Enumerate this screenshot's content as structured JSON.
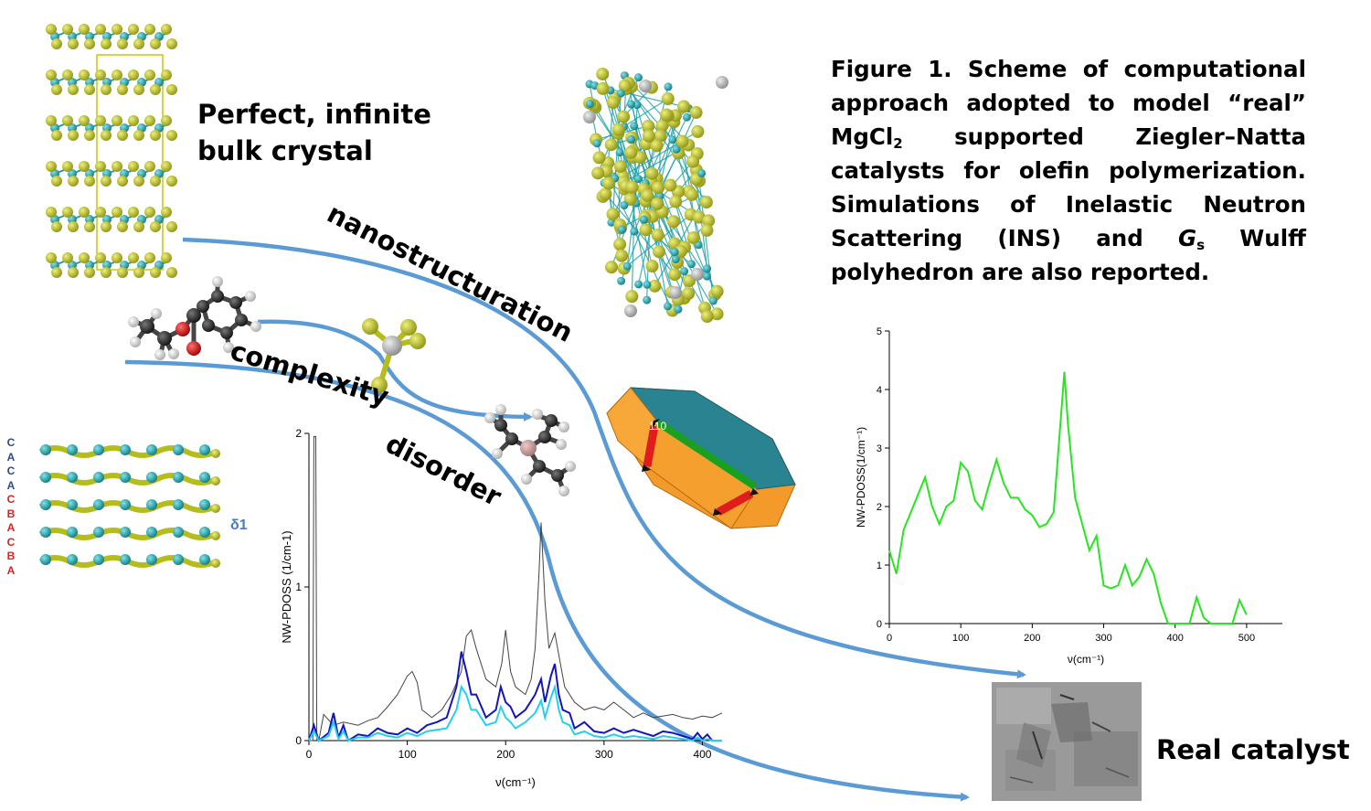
{
  "caption": {
    "part1": "Figure 1. Scheme of computational approach adopted to model “real” MgCl",
    "sub1": "2",
    "part2": " supported Ziegler–Natta catalysts for olefin polymerization. Simulations of Inelastic Neutron Scattering (INS) and ",
    "gs_symbol": "G",
    "gs_sub": "s",
    "part3": " Wulff polyhedron are also reported."
  },
  "labels": {
    "bulk_line1": "Perfect, infinite",
    "bulk_line2": "bulk crystal",
    "nanostructuration": "nanostructuration",
    "complexity": "complexity",
    "disorder": "disorder",
    "real_catalyst": "Real catalyst",
    "delta": "δ1",
    "facet": "110"
  },
  "stacking": [
    {
      "letter": "C",
      "color": "#2e4a8c"
    },
    {
      "letter": "A",
      "color": "#2e4a8c"
    },
    {
      "letter": "C",
      "color": "#2e4a8c"
    },
    {
      "letter": "A",
      "color": "#2e4a8c"
    },
    {
      "letter": "C",
      "color": "#e02020"
    },
    {
      "letter": "B",
      "color": "#e02020"
    },
    {
      "letter": "A",
      "color": "#e02020"
    },
    {
      "letter": "C",
      "color": "#e02020"
    },
    {
      "letter": "B",
      "color": "#e02020"
    },
    {
      "letter": "A",
      "color": "#e02020"
    }
  ],
  "colors": {
    "arrow": "#5b9bd5",
    "chlorine": "#b5bd1d",
    "magnesium": "#1b9ea6",
    "titanium": "#a8a8a8",
    "wulff_top": "#2a8390",
    "wulff_side": "#f39a2a",
    "wulff_edge_green": "#19a020",
    "wulff_edge_red": "#e01d1d",
    "pdos_green": "#27e61f",
    "pdos_dark_blue": "#1414c0",
    "pdos_cyan": "#22d0f0",
    "pdos_gray": "#555555"
  },
  "chart_data": [
    {
      "type": "line",
      "ylabel": "NW-PDOSS (1/cm-1)",
      "xlabel": "ν(cm⁻¹)",
      "xlim": [
        0,
        420
      ],
      "ylim": [
        0,
        2
      ],
      "xticks": [
        0,
        100,
        200,
        300,
        400
      ],
      "yticks": [
        0,
        1,
        2
      ],
      "series": [
        {
          "color": "gray",
          "x": [
            0,
            4,
            5,
            7,
            8,
            10,
            15,
            25,
            35,
            50,
            60,
            70,
            80,
            90,
            100,
            105,
            110,
            115,
            125,
            135,
            145,
            155,
            160,
            165,
            170,
            180,
            190,
            196,
            200,
            205,
            210,
            220,
            226,
            230,
            234,
            236,
            240,
            244,
            250,
            260,
            270,
            280,
            290,
            300,
            310,
            320,
            330,
            340,
            350,
            360,
            370,
            380,
            390,
            400,
            410,
            420
          ],
          "y": [
            0,
            0,
            1.98,
            1.98,
            0,
            0,
            0.17,
            0.1,
            0.12,
            0.1,
            0.13,
            0.15,
            0.22,
            0.3,
            0.42,
            0.45,
            0.38,
            0.2,
            0.15,
            0.2,
            0.3,
            0.45,
            0.68,
            0.72,
            0.6,
            0.4,
            0.35,
            0.5,
            0.72,
            0.45,
            0.35,
            0.3,
            0.4,
            0.6,
            1.1,
            1.42,
            0.9,
            0.6,
            0.7,
            0.35,
            0.25,
            0.2,
            0.22,
            0.2,
            0.25,
            0.2,
            0.15,
            0.18,
            0.15,
            0.16,
            0.17,
            0.15,
            0.14,
            0.16,
            0.15,
            0.18
          ]
        },
        {
          "color": "dark-blue",
          "x": [
            0,
            5,
            10,
            20,
            25,
            30,
            35,
            40,
            50,
            60,
            70,
            80,
            90,
            100,
            110,
            120,
            130,
            140,
            150,
            155,
            160,
            165,
            170,
            180,
            190,
            195,
            200,
            205,
            210,
            220,
            230,
            236,
            240,
            246,
            250,
            254,
            258,
            265,
            270,
            280,
            290,
            300,
            310,
            320,
            330,
            340,
            350,
            360,
            370,
            380,
            390,
            395,
            400,
            405,
            410,
            420
          ],
          "y": [
            0,
            0.1,
            0,
            0.05,
            0.18,
            0.02,
            0.1,
            0,
            0.04,
            0.03,
            0.08,
            0.05,
            0.04,
            0.08,
            0.05,
            0.1,
            0.12,
            0.15,
            0.35,
            0.58,
            0.45,
            0.3,
            0.3,
            0.15,
            0.2,
            0.35,
            0.25,
            0.22,
            0.15,
            0.2,
            0.3,
            0.4,
            0.25,
            0.42,
            0.5,
            0.3,
            0.2,
            0.18,
            0.08,
            0.12,
            0.06,
            0.05,
            0.08,
            0.05,
            0.07,
            0.05,
            0.03,
            0.06,
            0.05,
            0.03,
            0.01,
            0.05,
            0.01,
            0.04,
            0,
            0
          ]
        },
        {
          "color": "cyan",
          "x": [
            0,
            5,
            10,
            20,
            25,
            30,
            35,
            40,
            50,
            60,
            70,
            80,
            90,
            100,
            110,
            120,
            130,
            140,
            150,
            155,
            160,
            165,
            170,
            180,
            190,
            195,
            200,
            205,
            210,
            220,
            230,
            236,
            240,
            246,
            250,
            254,
            258,
            265,
            270,
            280,
            290,
            300,
            310,
            320,
            330,
            340,
            350,
            360,
            370,
            380,
            390,
            395,
            400,
            405,
            410,
            420
          ],
          "y": [
            0,
            0.06,
            0,
            0.03,
            0.12,
            0.01,
            0.06,
            0,
            0.02,
            0.02,
            0.05,
            0.03,
            0.02,
            0.05,
            0.03,
            0.06,
            0.07,
            0.08,
            0.2,
            0.35,
            0.3,
            0.2,
            0.2,
            0.1,
            0.12,
            0.22,
            0.15,
            0.12,
            0.08,
            0.12,
            0.18,
            0.26,
            0.15,
            0.28,
            0.35,
            0.2,
            0.12,
            0.1,
            0.04,
            0.06,
            0.03,
            0.02,
            0.04,
            0.02,
            0.03,
            0.02,
            0.01,
            0.03,
            0.02,
            0.01,
            0,
            0.02,
            0,
            0.01,
            0,
            0
          ]
        }
      ]
    },
    {
      "type": "line",
      "ylabel": "NW-PDOSS(1/cm⁻¹)",
      "xlabel": "ν(cm⁻¹)",
      "xlim": [
        0,
        550
      ],
      "ylim": [
        0,
        5
      ],
      "xticks": [
        0,
        100,
        200,
        300,
        400,
        500
      ],
      "yticks": [
        0,
        1,
        2,
        3,
        4,
        5
      ],
      "series": [
        {
          "color": "green",
          "x": [
            0,
            10,
            20,
            30,
            40,
            50,
            60,
            70,
            80,
            90,
            100,
            110,
            120,
            130,
            140,
            150,
            160,
            170,
            180,
            190,
            200,
            210,
            220,
            230,
            240,
            245,
            250,
            260,
            270,
            280,
            290,
            300,
            310,
            320,
            330,
            340,
            350,
            360,
            370,
            380,
            390,
            400,
            410,
            420,
            430,
            440,
            450,
            460,
            470,
            480,
            490,
            500
          ],
          "y": [
            1.25,
            0.85,
            1.6,
            1.9,
            2.2,
            2.5,
            2.0,
            1.7,
            2.0,
            2.1,
            2.75,
            2.6,
            2.1,
            1.95,
            2.4,
            2.8,
            2.4,
            2.15,
            2.15,
            1.95,
            1.85,
            1.65,
            1.7,
            1.9,
            3.5,
            4.3,
            3.4,
            2.15,
            1.7,
            1.25,
            1.5,
            0.65,
            0.6,
            0.65,
            1.0,
            0.65,
            0.8,
            1.1,
            0.85,
            0.35,
            0.0,
            0.0,
            0.0,
            0.0,
            0.45,
            0.1,
            0.0,
            0.0,
            0.0,
            0.0,
            0.4,
            0.15
          ]
        }
      ]
    }
  ]
}
